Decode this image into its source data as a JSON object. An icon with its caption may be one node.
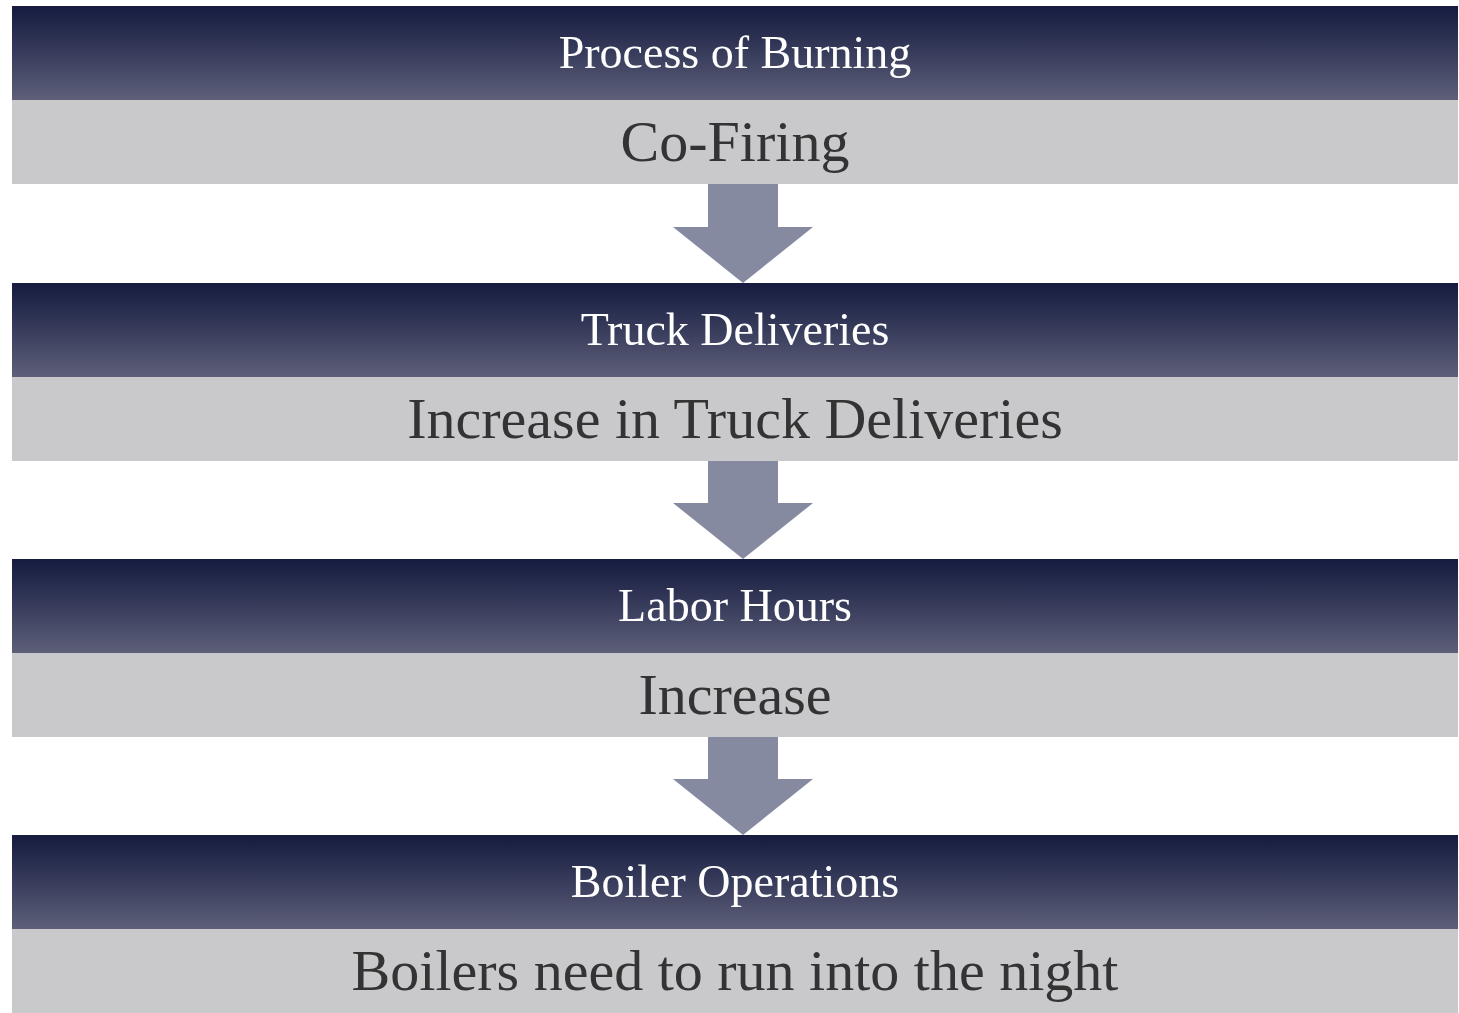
{
  "diagram": {
    "nodes": [
      {
        "text": [
          "Process of Burning",
          "Co-Firing"
        ]
      },
      {
        "text": [
          "Truck Deliveries",
          "Increase in Truck Deliveries"
        ]
      },
      {
        "text": [
          "Labor Hours",
          "Increase"
        ]
      },
      {
        "text": [
          "Boiler Operations",
          "Boilers need to run into the night"
        ]
      }
    ],
    "edges": [
      {
        "from": 0,
        "to": 1,
        "arrow": "to"
      },
      {
        "from": 1,
        "to": 2,
        "arrow": "to"
      },
      {
        "from": 2,
        "to": 3,
        "arrow": "to"
      }
    ]
  }
}
